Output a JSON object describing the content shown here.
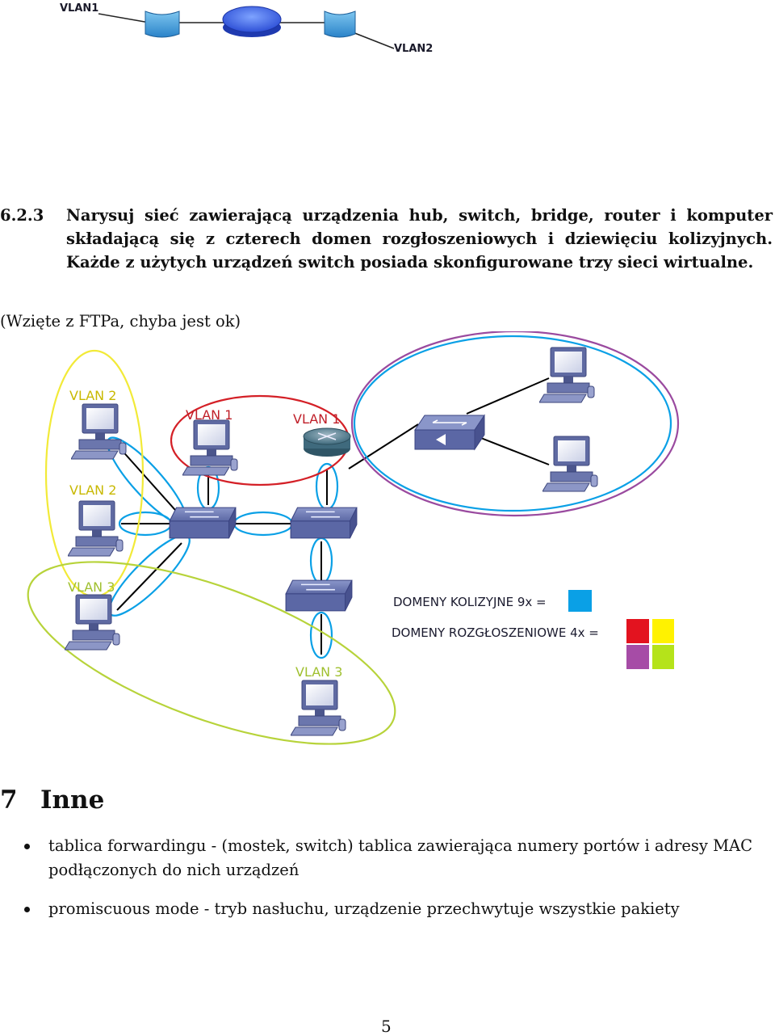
{
  "top_diagram": {
    "label_a": "VLAN1",
    "label_b": "VLAN2"
  },
  "task": {
    "number": "6.2.3",
    "text": "Narysuj sieć zawierającą urządzenia hub, switch, bridge, router i komputer składającą się z czterech domen rozgłoszeniowych i dziewięciu kolizyjnych. Każde z użytych urządzeń switch posiada skonfigurowane trzy sieci wirtualne."
  },
  "note": "(Wzięte z FTPa, chyba jest ok)",
  "figure": {
    "vlan_labels": [
      "VLAN 2",
      "VLAN 1",
      "VLAN 1",
      "VLAN 2",
      "VLAN 3",
      "VLAN 3"
    ],
    "legend": {
      "collision": "DOMENY KOLIZYJNE 9x =",
      "broadcast": "DOMENY ROZGŁOSZENIOWE 4x =",
      "collision_color": "#0aa0e6",
      "broadcast_colors": [
        "#e3131f",
        "#fff200",
        "#a64ca6",
        "#b5e31a"
      ]
    }
  },
  "section": {
    "number": "7",
    "title": "Inne"
  },
  "bullets": [
    "tablica forwardingu - (mostek, switch) tablica zawierająca numery portów i adresy MAC podłączonych do nich urządzeń",
    "promiscuous mode - tryb nasłuchu, urządzenie przechwytuje wszystkie pakiety"
  ],
  "page_number": "5"
}
